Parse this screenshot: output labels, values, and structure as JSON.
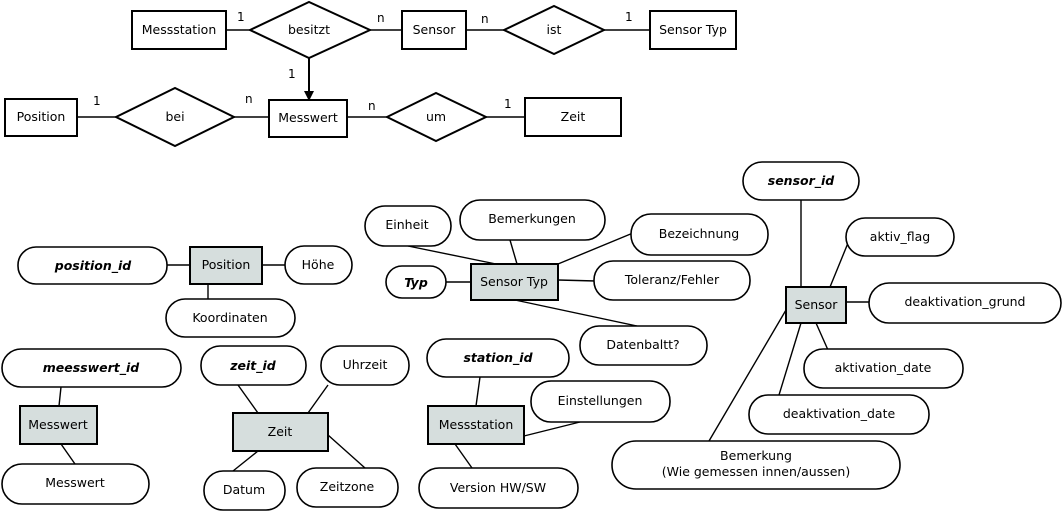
{
  "er_model": {
    "entities": {
      "messstation": "Messstation",
      "sensor": "Sensor",
      "sensor_typ": "Sensor Typ",
      "position": "Position",
      "messwert": "Messwert",
      "zeit": "Zeit"
    },
    "relations": {
      "besitzt": "besitzt",
      "ist": "ist",
      "bei": "bei",
      "um": "um"
    },
    "cardinalities": {
      "messstation_besitzt": "1",
      "besitzt_sensor": "n",
      "sensor_ist": "n",
      "ist_sensortyp": "1",
      "besitzt_messwert": "1",
      "position_bei": "1",
      "bei_messwert": "n",
      "messwert_um": "n",
      "um_zeit": "1"
    }
  },
  "tables": {
    "position": {
      "name": "Position",
      "key": "position_id",
      "attrs": {
        "hoehe": "Höhe",
        "koordinaten": "Koordinaten"
      }
    },
    "sensor_typ": {
      "name": "Sensor Typ",
      "key": "Typ",
      "attrs": {
        "einheit": "Einheit",
        "bemerkungen": "Bemerkungen",
        "bezeichnung": "Bezeichnung",
        "toleranz": "Toleranz/Fehler",
        "datenblatt": "Datenbaltt?"
      }
    },
    "sensor": {
      "name": "Sensor",
      "key": "sensor_id",
      "attrs": {
        "aktiv_flag": "aktiv_flag",
        "deaktivation_grund": "deaktivation_grund",
        "aktivation_date": "aktivation_date",
        "deaktivation_date": "deaktivation_date",
        "bemerkung_line1": "Bemerkung",
        "bemerkung_line2": "(Wie gemessen innen/aussen)"
      }
    },
    "messwert": {
      "name": "Messwert",
      "key": "meesswert_id",
      "attrs": {
        "messwert": "Messwert"
      }
    },
    "zeit": {
      "name": "Zeit",
      "key": "zeit_id",
      "attrs": {
        "uhrzeit": "Uhrzeit",
        "datum": "Datum",
        "zeitzone": "Zeitzone"
      }
    },
    "messstation": {
      "name": "Messstation",
      "key": "station_id",
      "attrs": {
        "einstellungen": "Einstellungen",
        "version": "Version HW/SW"
      }
    }
  }
}
